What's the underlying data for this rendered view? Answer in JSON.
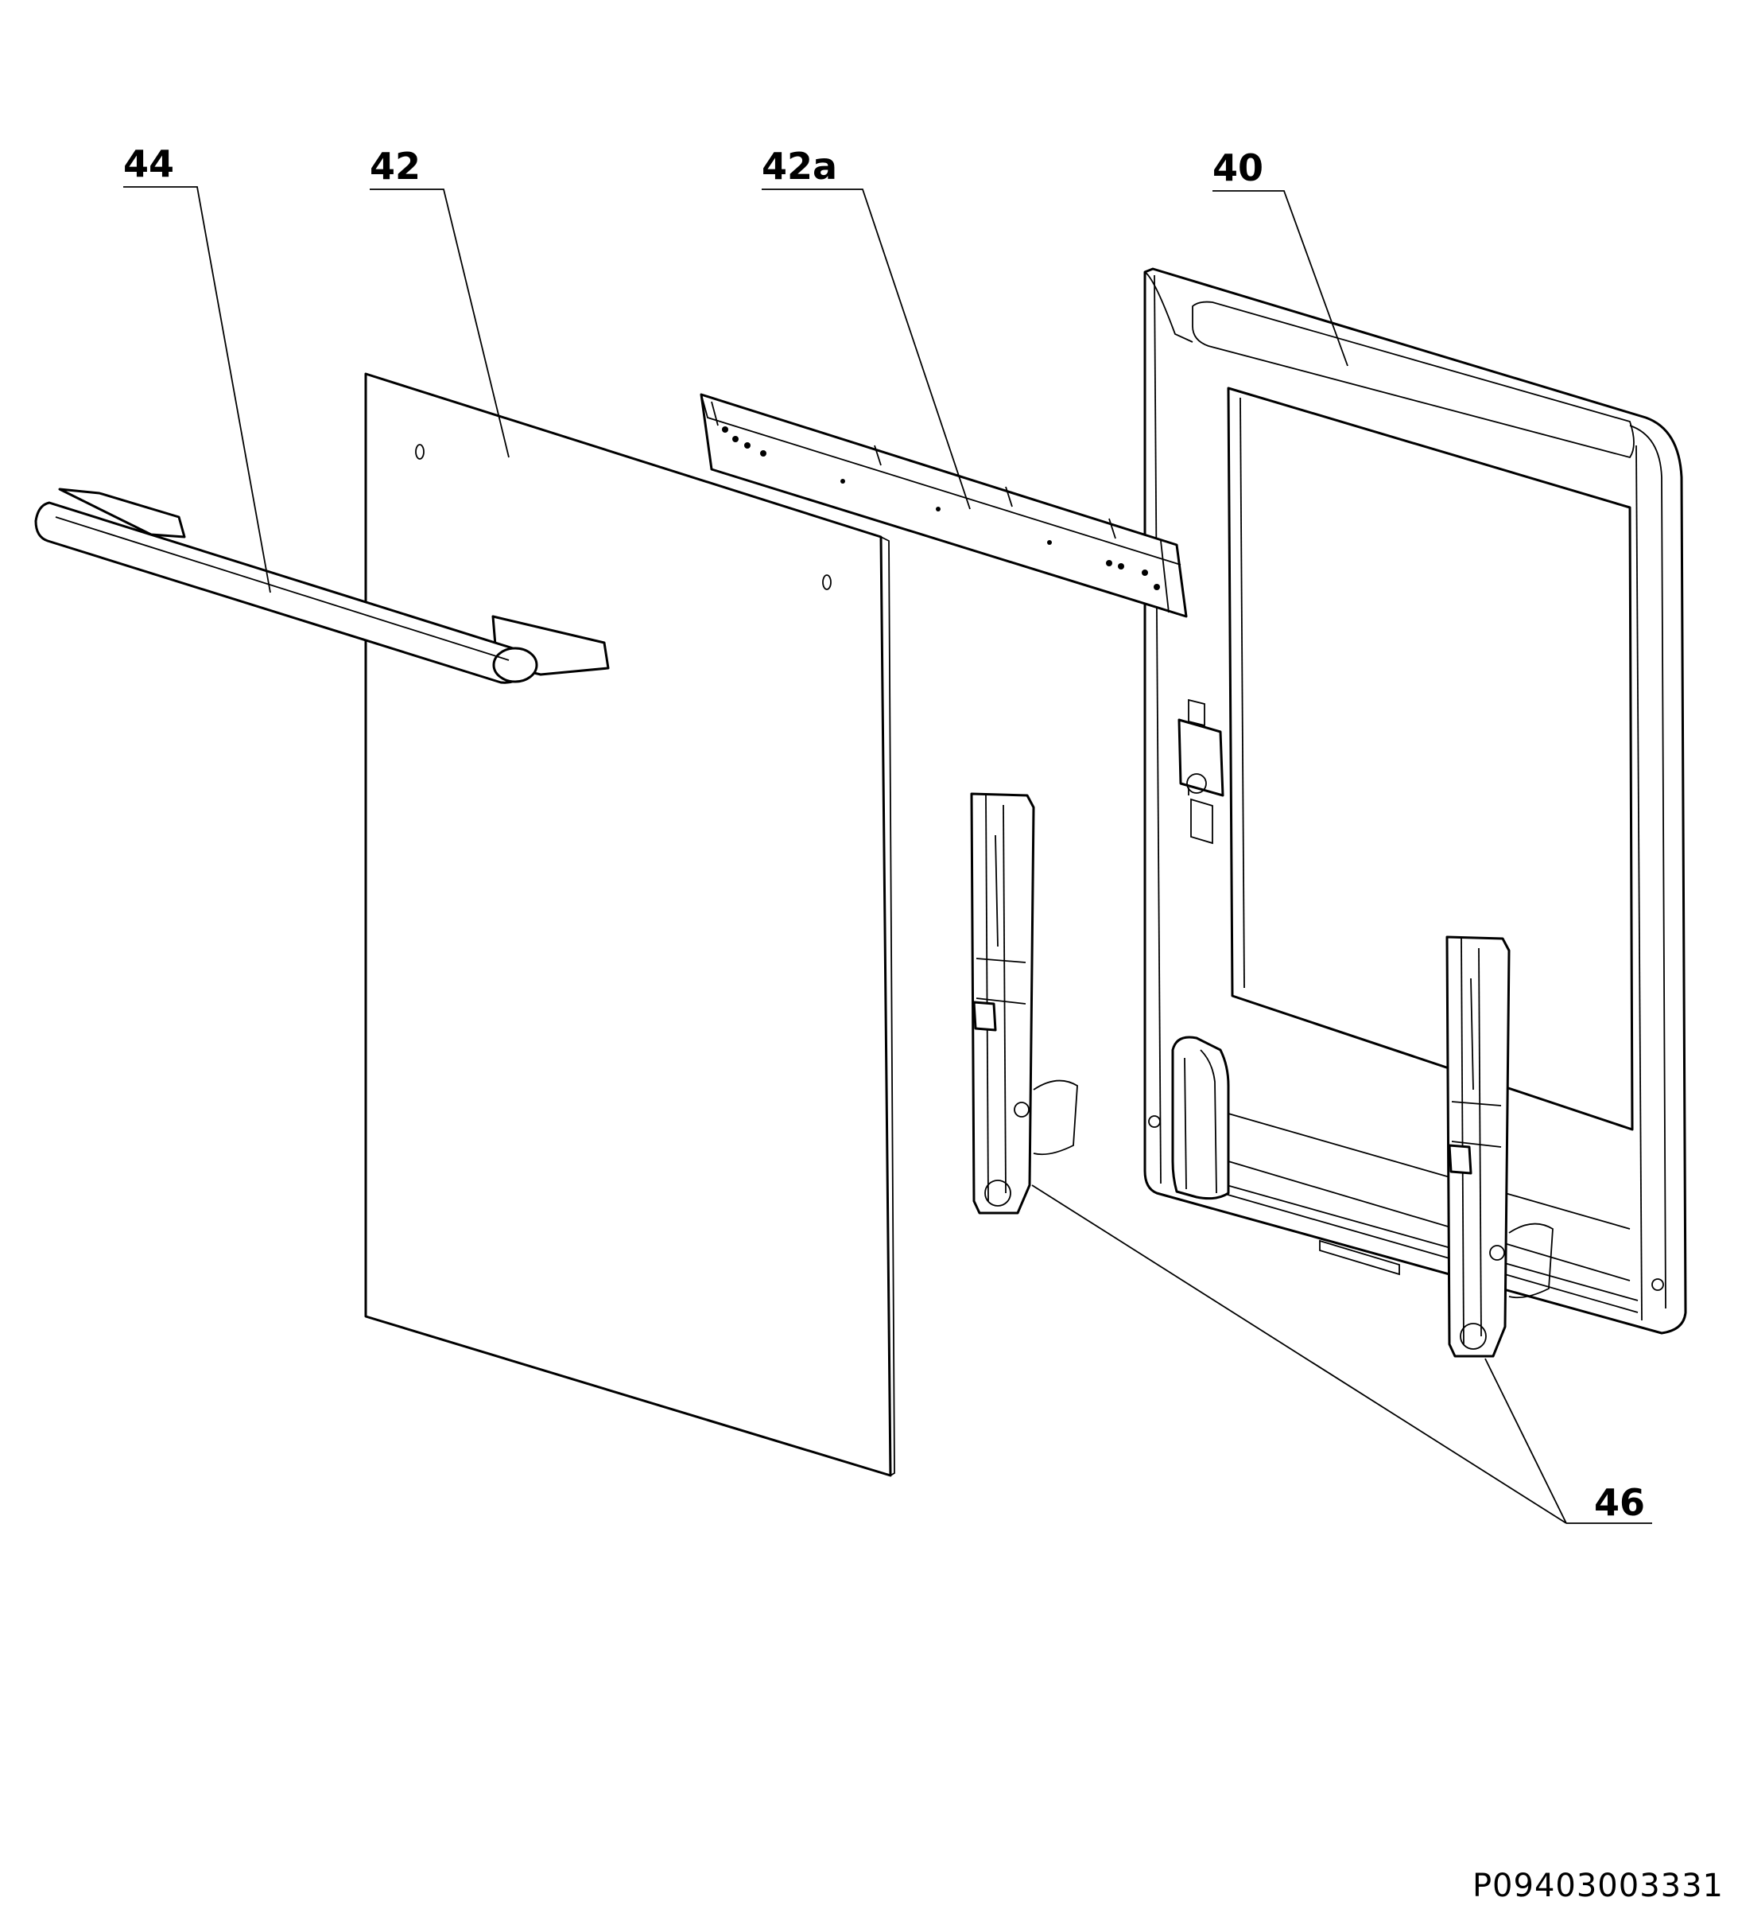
{
  "callouts": {
    "handle": "44",
    "outer_glass": "42",
    "top_strip": "42a",
    "inner_frame": "40",
    "hinges": "46"
  },
  "document_id": "P09403003331"
}
